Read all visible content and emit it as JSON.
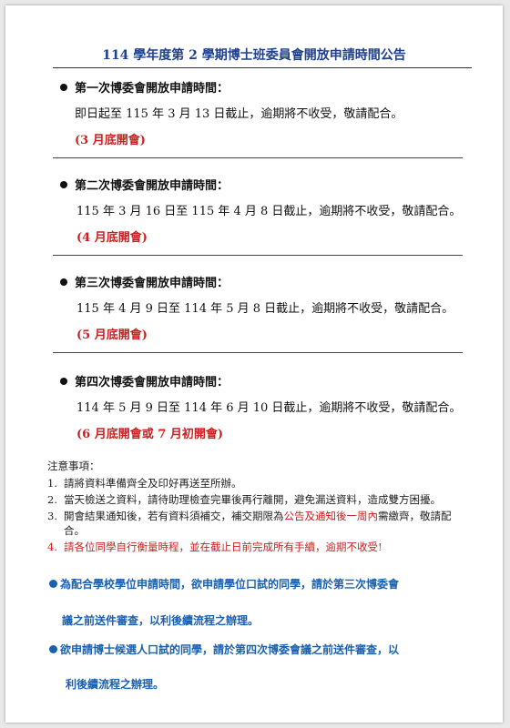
{
  "title": "114 學年度第 2 學期博士班委員會開放申請時間公告",
  "sections": [
    {
      "heading": "第一次博委會開放申請時間：",
      "line": "即日起至 115 年 3 月 13 日截止，逾期將不收受，敬請配合。",
      "note": "(3 月底開會)"
    },
    {
      "heading": "第二次博委會開放申請時間：",
      "line": "115 年 3 月 16 日至 115 年 4 月 8 日截止，逾期將不收受，敬請配合。",
      "note": "(4 月底開會)"
    },
    {
      "heading": "第三次博委會開放申請時間：",
      "line": "115 年 4 月 9 日至 114 年 5 月 8 日截止，逾期將不收受，敬請配合。",
      "note": "(5 月底開會)"
    },
    {
      "heading": "第四次博委會開放申請時間：",
      "line": "114 年 5 月 9 日至 114 年 6 月 10 日截止，逾期將不收受，敬請配合。",
      "note": "(6 月底開會或 7 月初開會)"
    }
  ],
  "notes": {
    "title": "注意事項：",
    "items": [
      {
        "num": "1.",
        "text": "請將資料準備齊全及印好再送至所辦。"
      },
      {
        "num": "2.",
        "text": "當天檢送之資料，請待助理檢查完畢後再行離開，避免漏送資料，造成雙方困擾。"
      },
      {
        "num": "3.",
        "pre": "開會結果通知後，若有資料須補交，補交期限為",
        "highlight": "公告及通知後一周內",
        "post": "需繳齊，敬請配合。"
      },
      {
        "num": "4.",
        "text": "請各位同學自行衡量時程，並在截止日前完成所有手續，逾期不收受!"
      }
    ]
  },
  "highlights": [
    {
      "line1": "為配合學校學位申請時間，欲申請學位口試的同學，請於第三次博委會",
      "line2": "議之前送件審查，以利後續流程之辦理。"
    },
    {
      "line1": "欲申請博士候選人口試的同學，請於第四次博委會議之前送件審查，以",
      "line2": "利後續流程之辦理。"
    }
  ],
  "colors": {
    "title": "#1f3f8f",
    "note_red": "#cc1f1f",
    "highlight_blue": "#1a5fb0"
  }
}
